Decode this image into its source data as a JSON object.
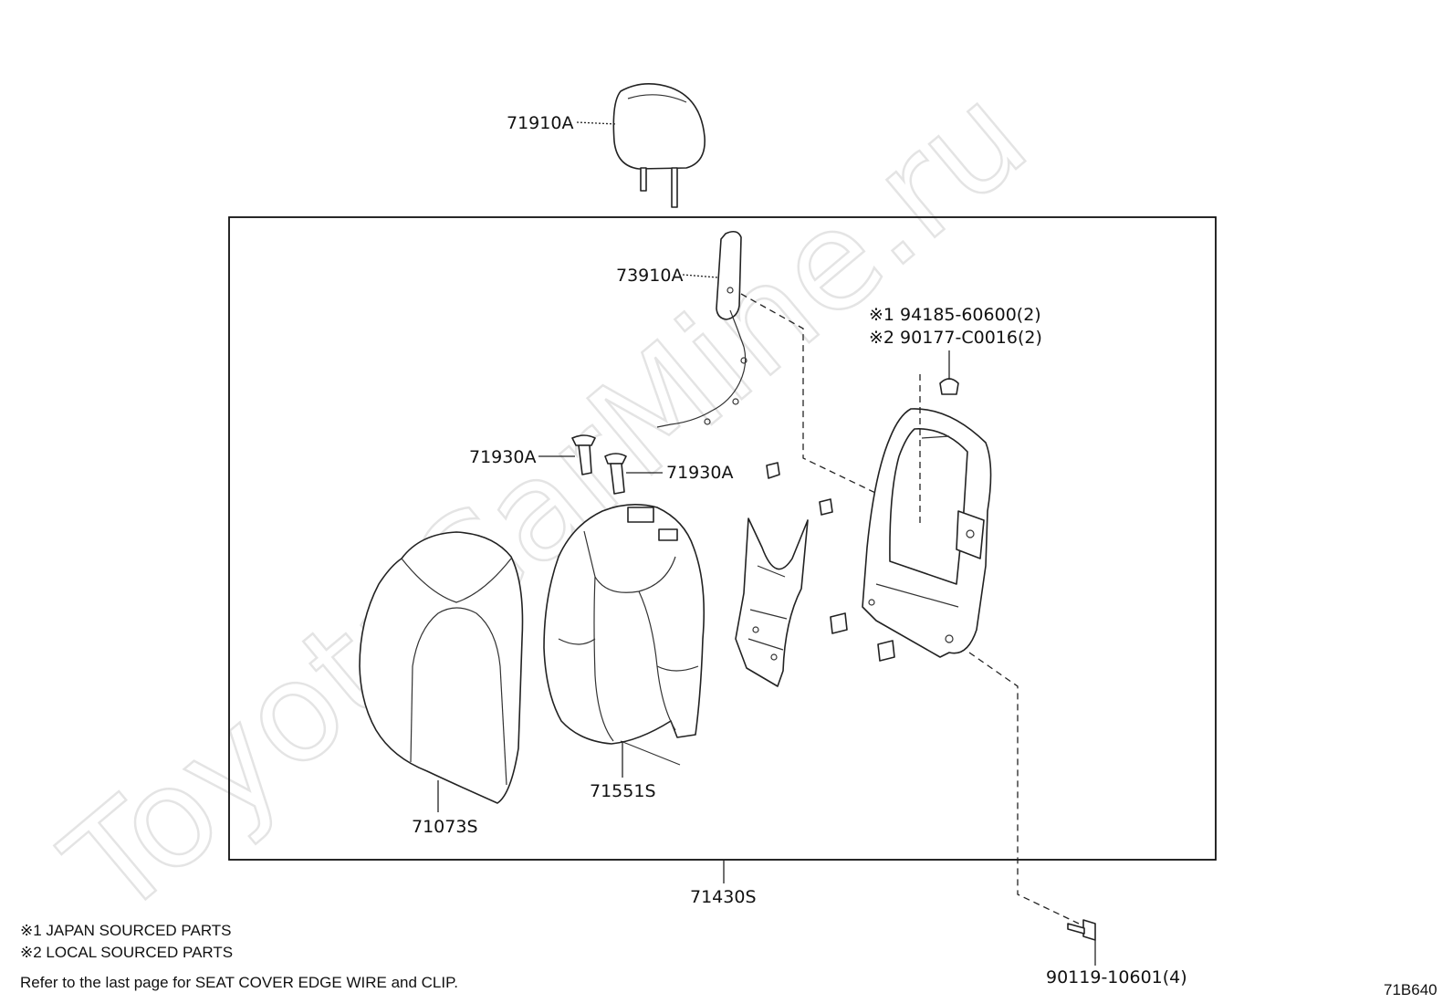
{
  "watermark": "ToyotaCarMine.ru",
  "diagram_id": "71B640",
  "parts": {
    "headrest": "71910A",
    "heater_element": "73910A",
    "headrest_support_left": "71930A",
    "headrest_support_right": "71930A",
    "back_cover": "71073S",
    "back_pad": "71551S",
    "back_assembly": "71430S",
    "nut_japan": "※1 94185-60600(2)",
    "nut_local": "※2 90177-C0016(2)",
    "bolt": "90119-10601(4)"
  },
  "notes": {
    "japan": "※1  JAPAN SOURCED PARTS",
    "local": "※2  LOCAL SOURCED PARTS",
    "refer": "Refer to the last page   for SEAT COVER EDGE WIRE and CLIP."
  }
}
